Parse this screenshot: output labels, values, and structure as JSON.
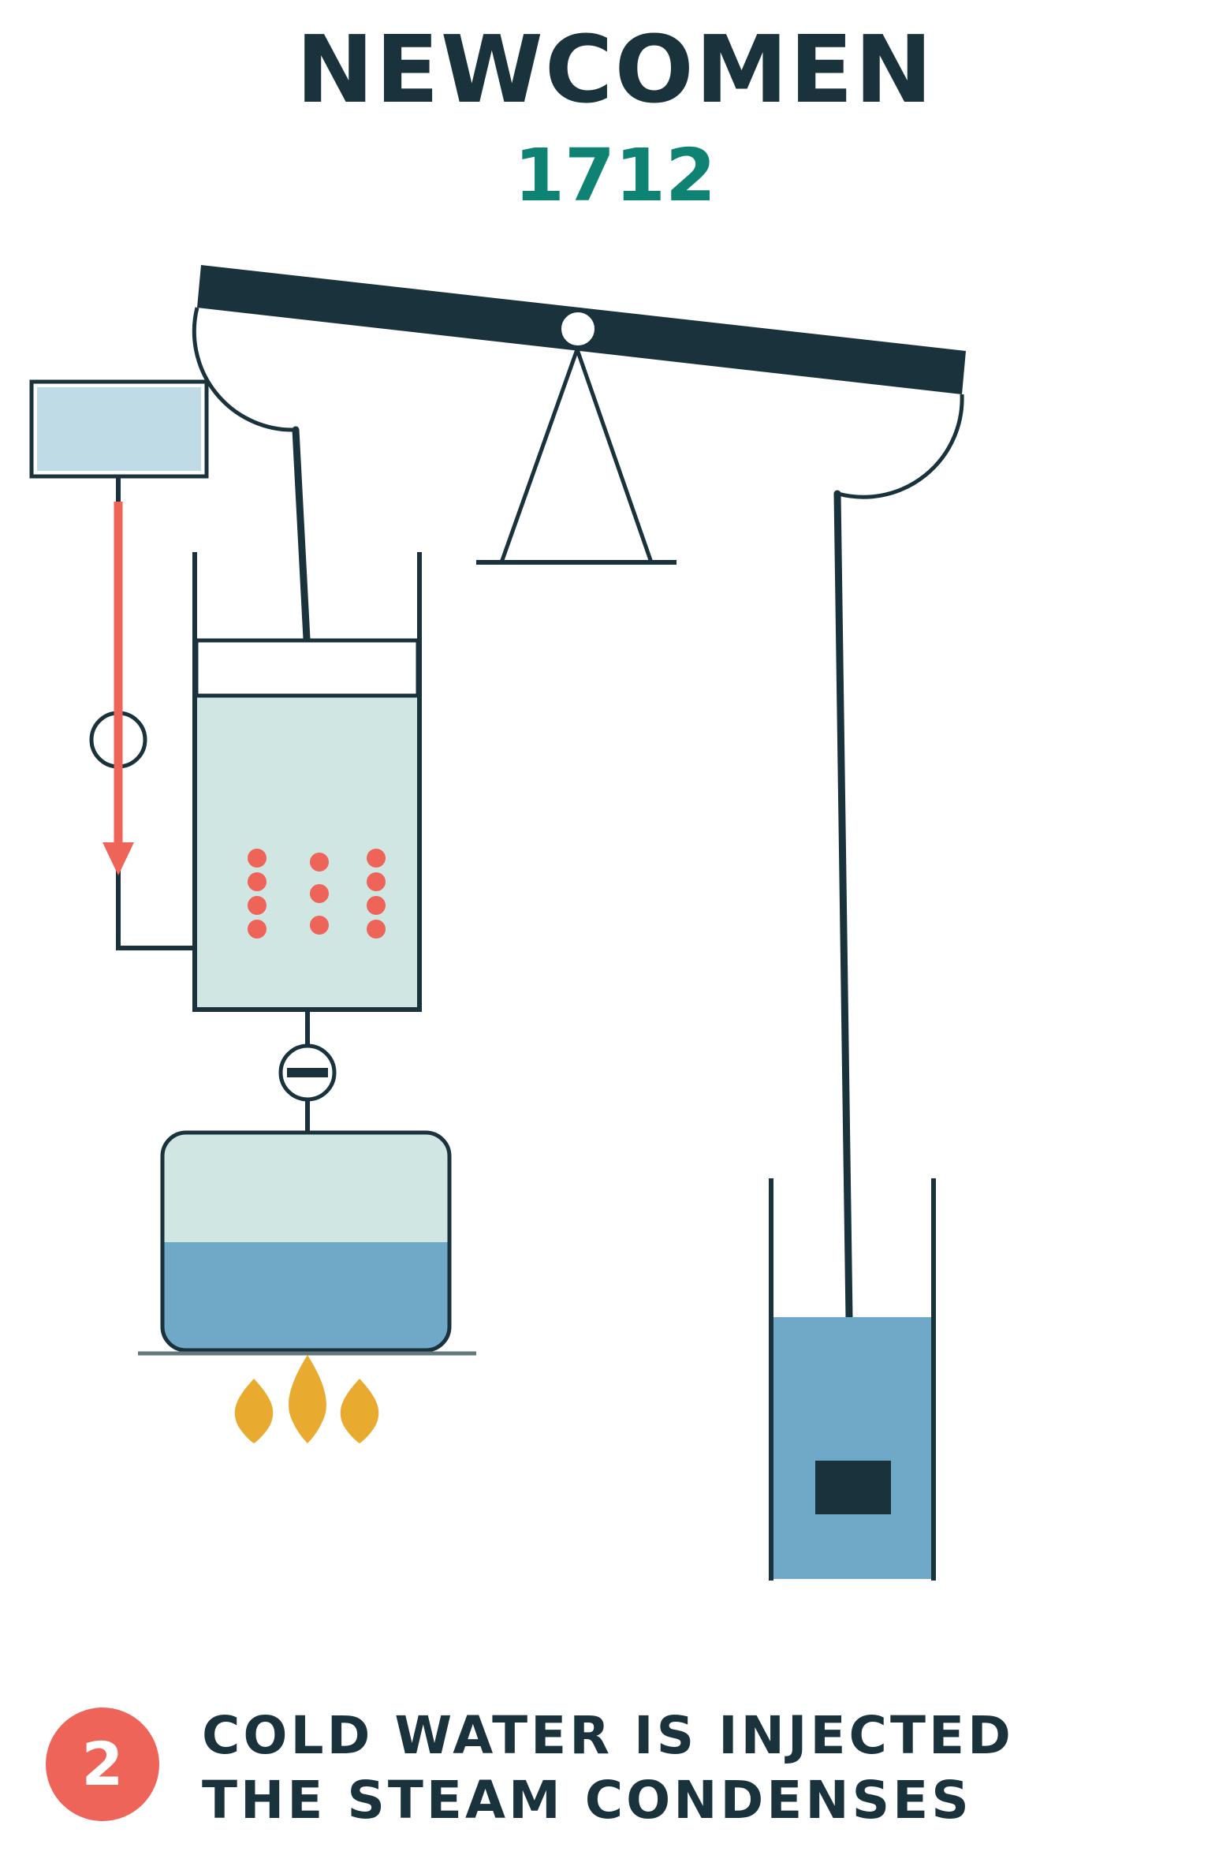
{
  "title": "NEWCOMEN",
  "year": "1712",
  "step": {
    "number": "2",
    "lines": [
      "COLD WATER IS INJECTED",
      "THE STEAM CONDENSES"
    ]
  },
  "colors": {
    "dark": "#1a323c",
    "teal": "#0e8273",
    "accent": "#ee6459",
    "steam": "#cfe6e3",
    "water": "#70a8c7",
    "reservoir": "#bfdbe6",
    "flame": "#e8aa2f",
    "platform": "#63777e"
  }
}
